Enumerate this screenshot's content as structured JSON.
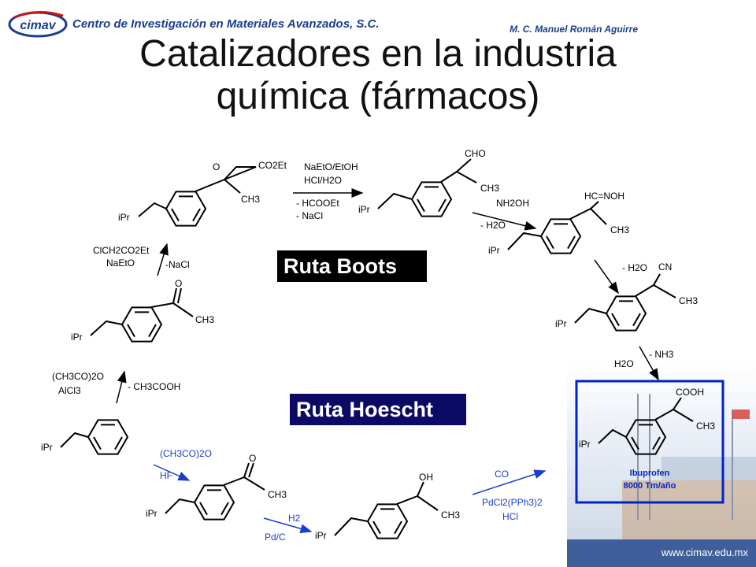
{
  "header": {
    "logo_text": "cimav",
    "institution": "Centro de Investigación en Materiales Avanzados, S.C.",
    "author": "M. C. Manuel Román Aguirre"
  },
  "title": {
    "line1": "Catalizadores en la industria",
    "line2": "química (fármacos)"
  },
  "routes": {
    "boots": "Ruta Boots",
    "hoescht": "Ruta Hoescht"
  },
  "product": {
    "name": "Ibuprofen",
    "production": "8000 Tm/año"
  },
  "footer": {
    "url": "www.cimav.edu.mx"
  },
  "colors": {
    "header_blue": "#1a3d8f",
    "hoescht_box": "#0b0b66",
    "product_frame": "#0022cc"
  }
}
